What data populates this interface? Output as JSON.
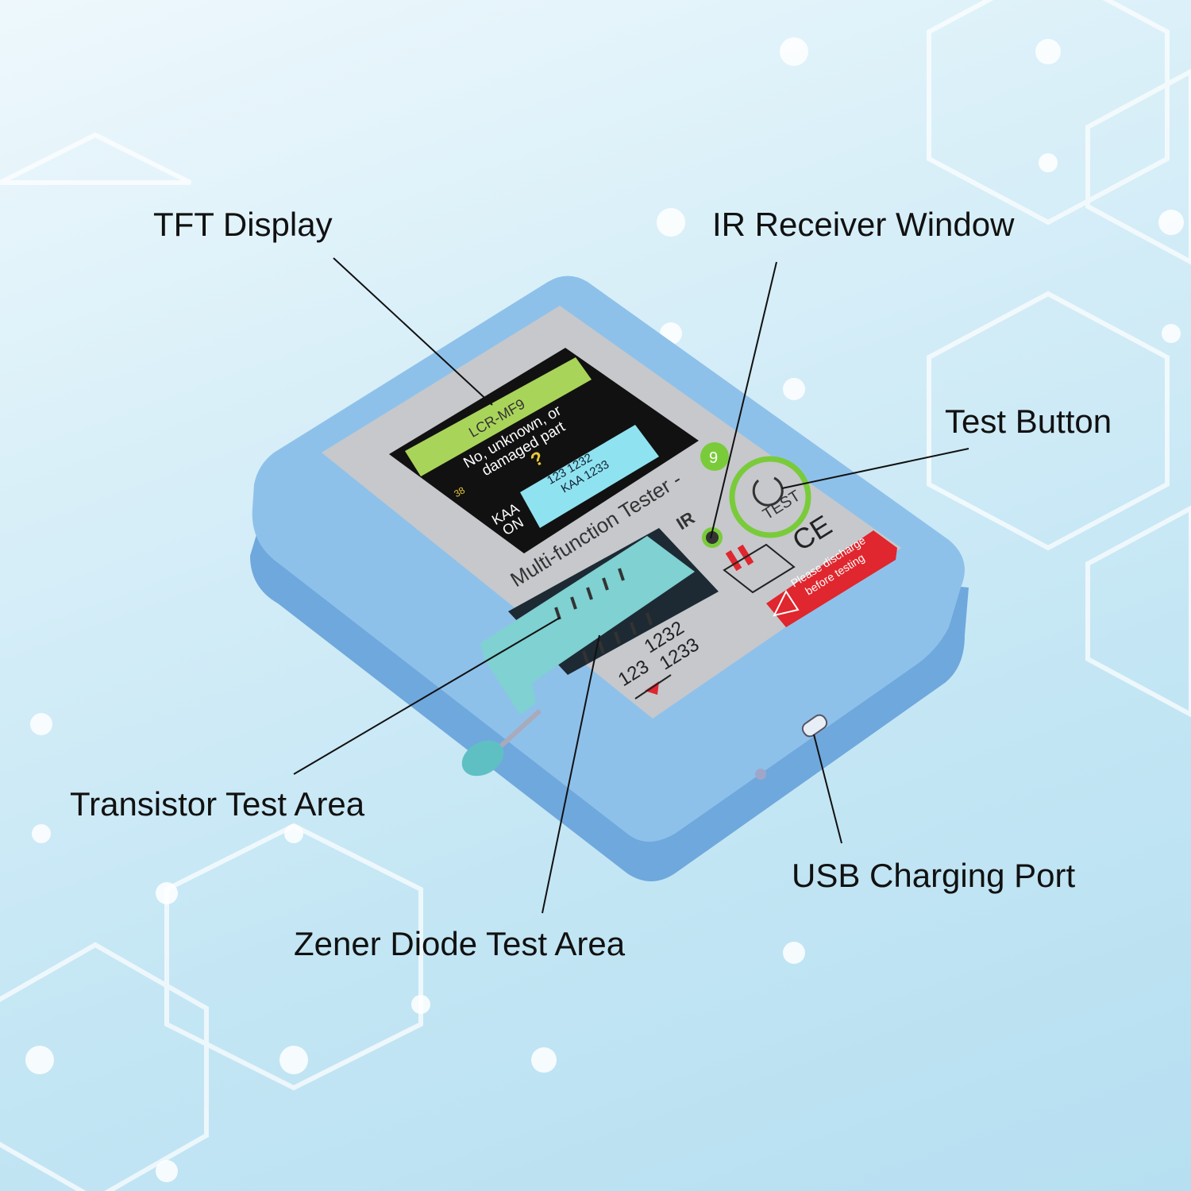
{
  "labels": {
    "tft_display": "TFT Display",
    "ir_receiver": "IR Receiver Window",
    "test_button": "Test Button",
    "transistor_area": "Transistor Test Area",
    "zener_area": "Zener Diode Test Area",
    "usb_port": "USB Charging Port"
  },
  "device": {
    "model_text": "Multi-function Tester -",
    "model_number": "9",
    "ir_label": "IR",
    "test_label": "TEST",
    "ce_mark": "CE",
    "warning_line1": "Please discharge",
    "warning_line2": "before testing",
    "pin_label_1": "123",
    "pin_label_2": "1232",
    "pin_label_3": "1233",
    "screen": {
      "header": "LCR-MF9",
      "message_line1": "No, unknown, or",
      "message_line2": "damaged part",
      "question": "?",
      "counter": "38",
      "status_line1": "KAA",
      "status_line2": "ON",
      "pins_row1": "123 1232",
      "pins_row2": "KAA 1233"
    }
  },
  "colors": {
    "body": "#8ec1ea",
    "panel": "#c6c8cc",
    "screen_header": "#a9d45a",
    "screen_info": "#8fe3f0",
    "accent_green": "#7acb3a",
    "warning_red": "#e0262e",
    "socket": "#7fd1d2"
  }
}
